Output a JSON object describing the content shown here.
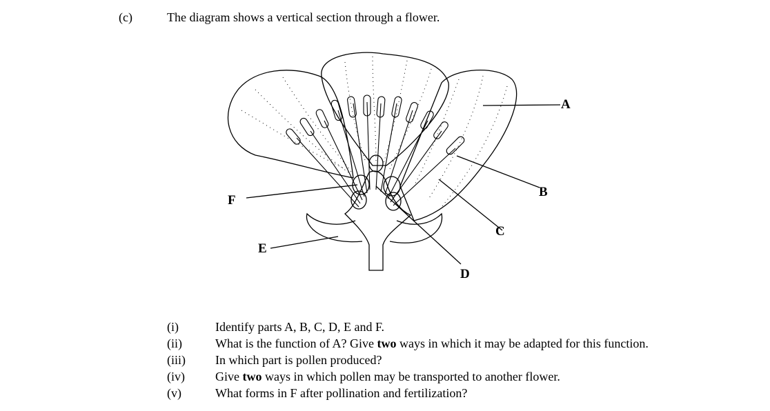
{
  "section_label": "(c)",
  "intro": "The diagram shows a vertical section through a flower.",
  "diagram": {
    "labels": {
      "A": "A",
      "B": "B",
      "C": "C",
      "D": "D",
      "E": "E",
      "F": "F"
    }
  },
  "questions": [
    {
      "num": "(i)",
      "parts": [
        "Identify parts A, B, C, D, E and F."
      ]
    },
    {
      "num": "(ii)",
      "parts": [
        "What is the function of A?  Give ",
        "two",
        " ways in which it may be adapted for this function."
      ]
    },
    {
      "num": "(iii)",
      "parts": [
        "In which part is pollen produced?"
      ]
    },
    {
      "num": "(iv)",
      "parts": [
        "Give ",
        "two",
        " ways in which pollen may be transported to another flower."
      ]
    },
    {
      "num": "(v)",
      "parts": [
        "What forms in F after pollination and fertilization?"
      ]
    }
  ]
}
